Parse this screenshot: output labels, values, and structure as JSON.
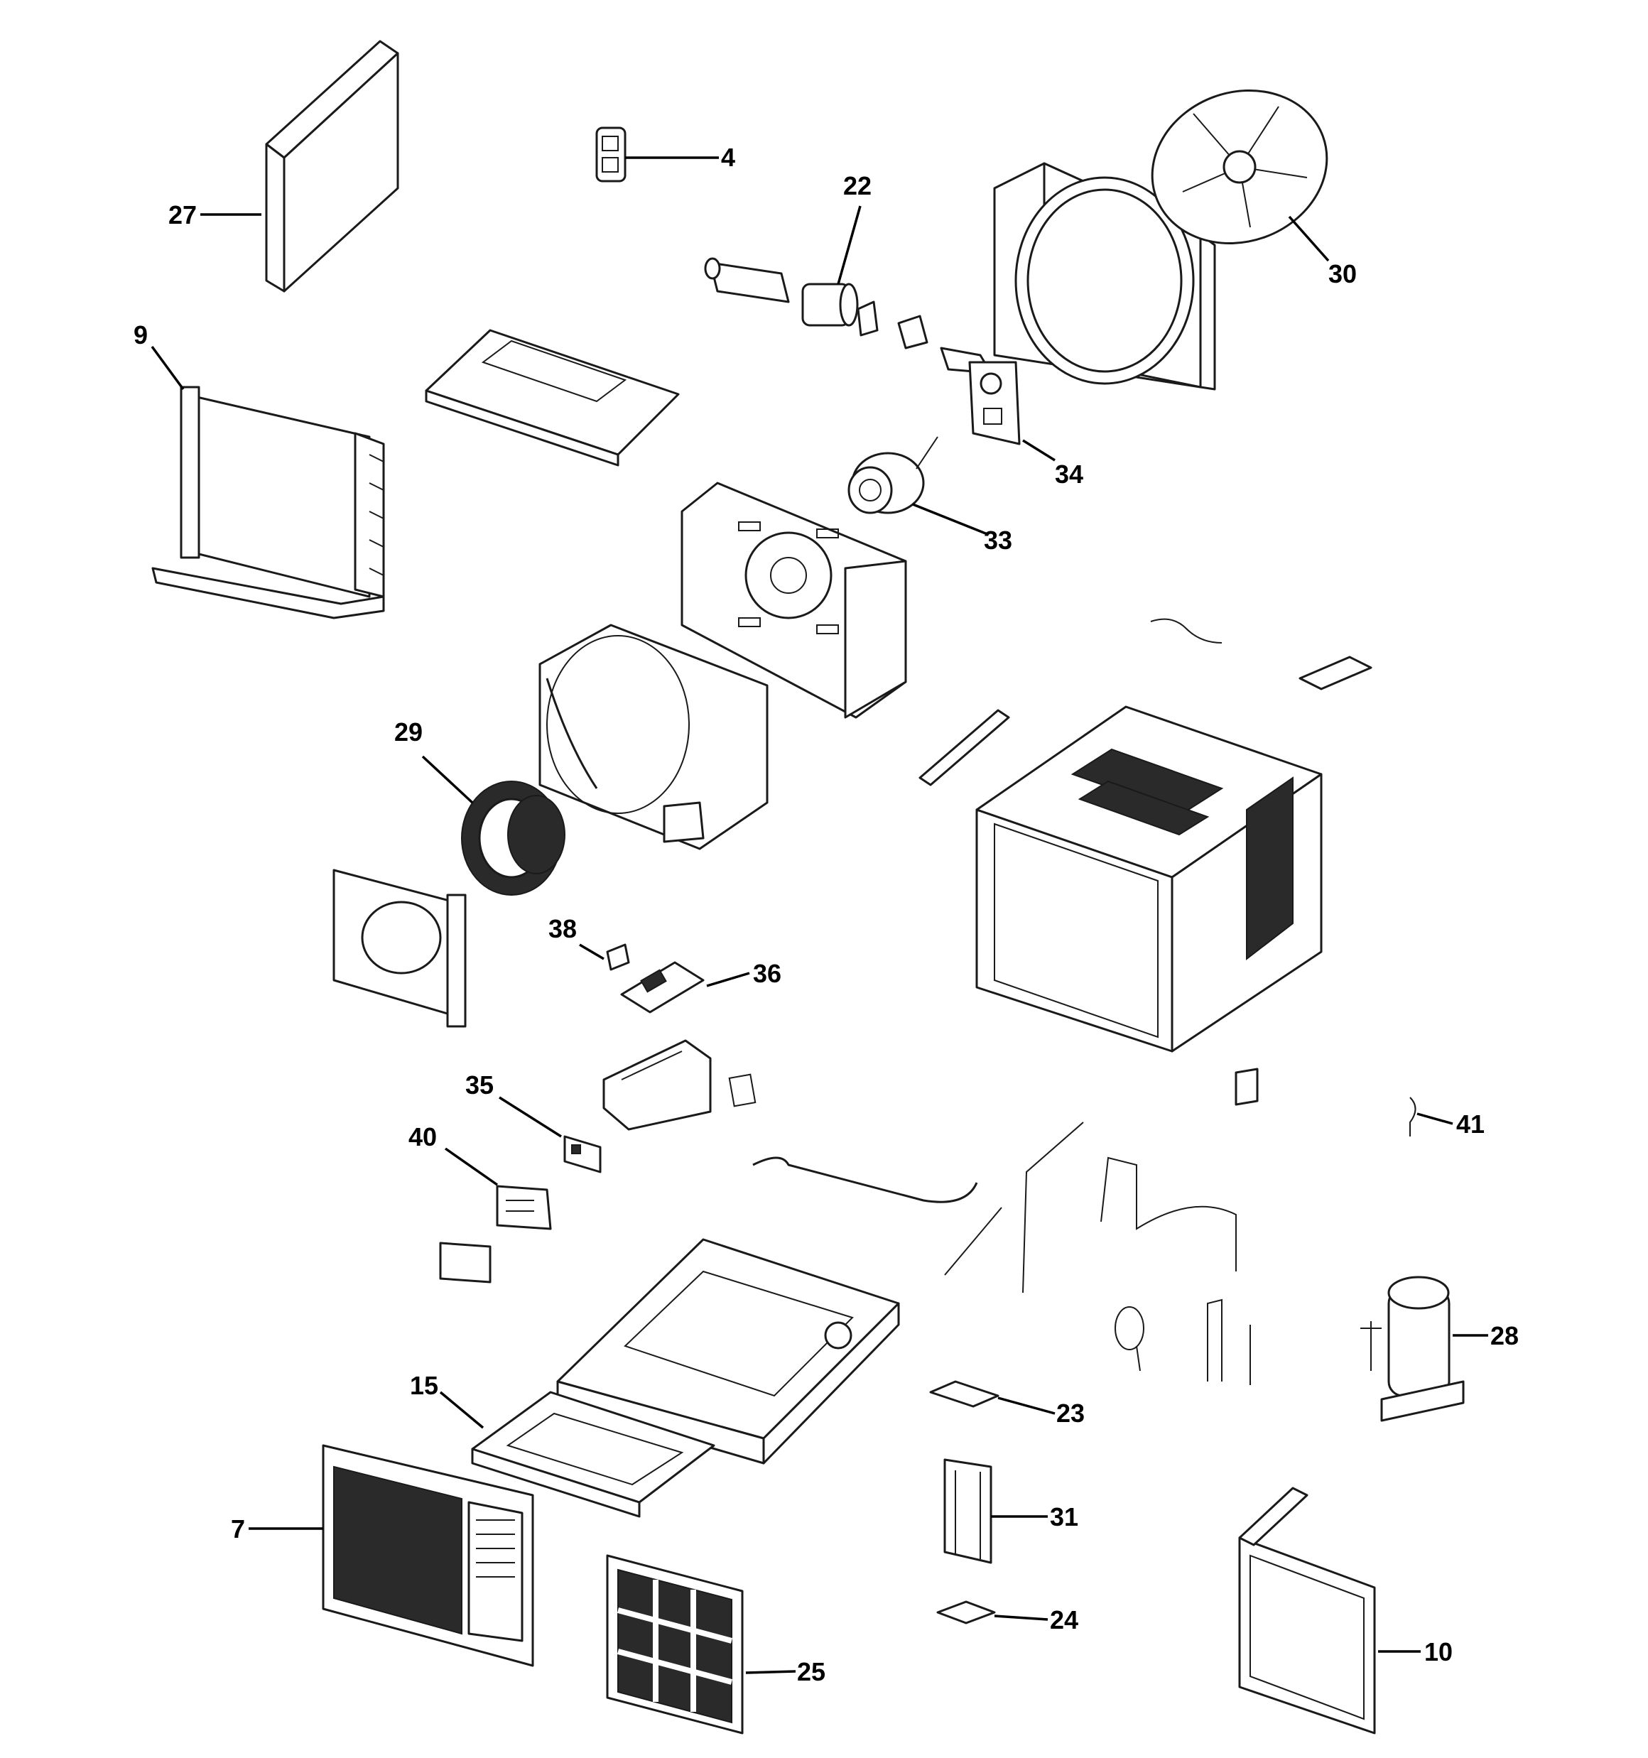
{
  "callouts": [
    {
      "id": "c27",
      "label": "27"
    },
    {
      "id": "c4",
      "label": "4"
    },
    {
      "id": "c22",
      "label": "22"
    },
    {
      "id": "c30",
      "label": "30"
    },
    {
      "id": "c9",
      "label": "9"
    },
    {
      "id": "c34",
      "label": "34"
    },
    {
      "id": "c33",
      "label": "33"
    },
    {
      "id": "c29",
      "label": "29"
    },
    {
      "id": "c38",
      "label": "38"
    },
    {
      "id": "c36",
      "label": "36"
    },
    {
      "id": "c35",
      "label": "35"
    },
    {
      "id": "c40",
      "label": "40"
    },
    {
      "id": "c41",
      "label": "41"
    },
    {
      "id": "c28",
      "label": "28"
    },
    {
      "id": "c15",
      "label": "15"
    },
    {
      "id": "c23",
      "label": "23"
    },
    {
      "id": "c31",
      "label": "31"
    },
    {
      "id": "c7",
      "label": "7"
    },
    {
      "id": "c24",
      "label": "24"
    },
    {
      "id": "c25",
      "label": "25"
    },
    {
      "id": "c10",
      "label": "10"
    }
  ]
}
